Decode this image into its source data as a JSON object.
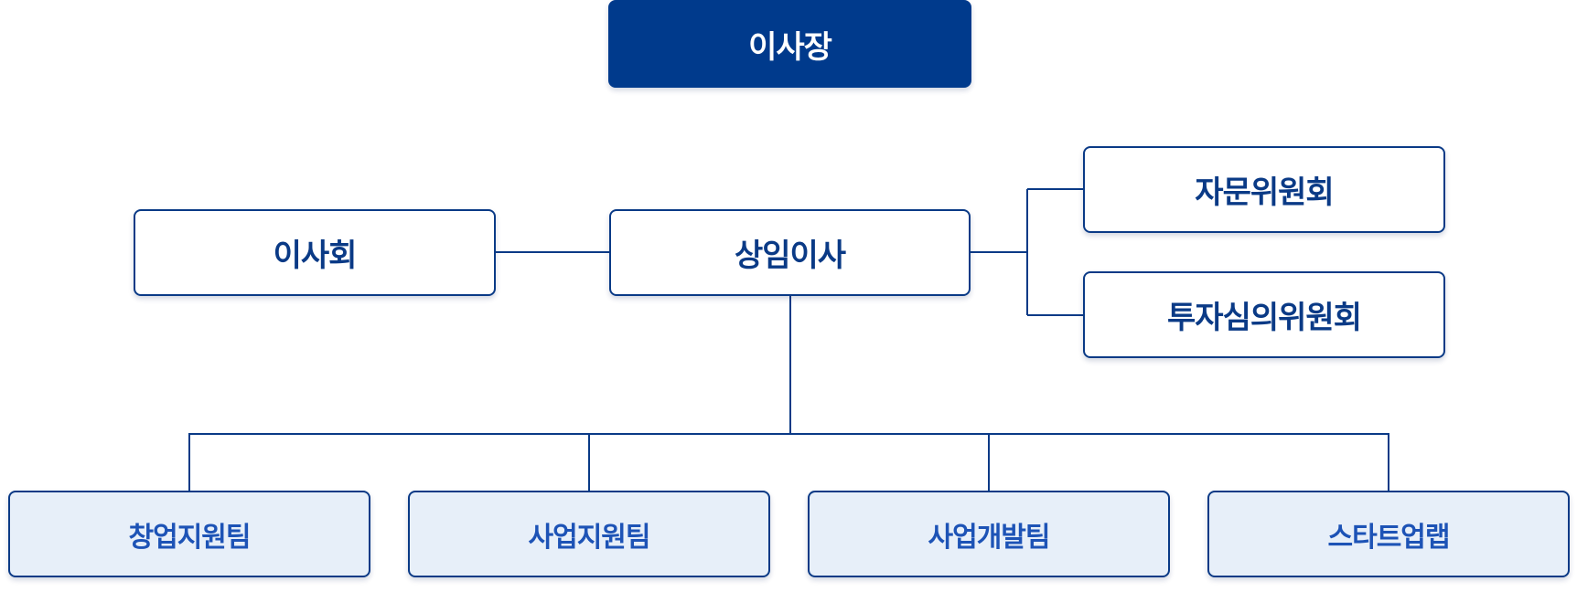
{
  "org_chart": {
    "chairman": "이사장",
    "board": "이사회",
    "executive_director": "상임이사",
    "committees": [
      "자문위원회",
      "투자심의위원회"
    ],
    "teams": [
      "창업지원팀",
      "사업지원팀",
      "사업개발팀",
      "스타트업랩"
    ]
  },
  "colors": {
    "primary": "#003a8c",
    "line": "#0a3a86",
    "team_text": "#1d53b6",
    "team_fill": "#e7eff9"
  }
}
